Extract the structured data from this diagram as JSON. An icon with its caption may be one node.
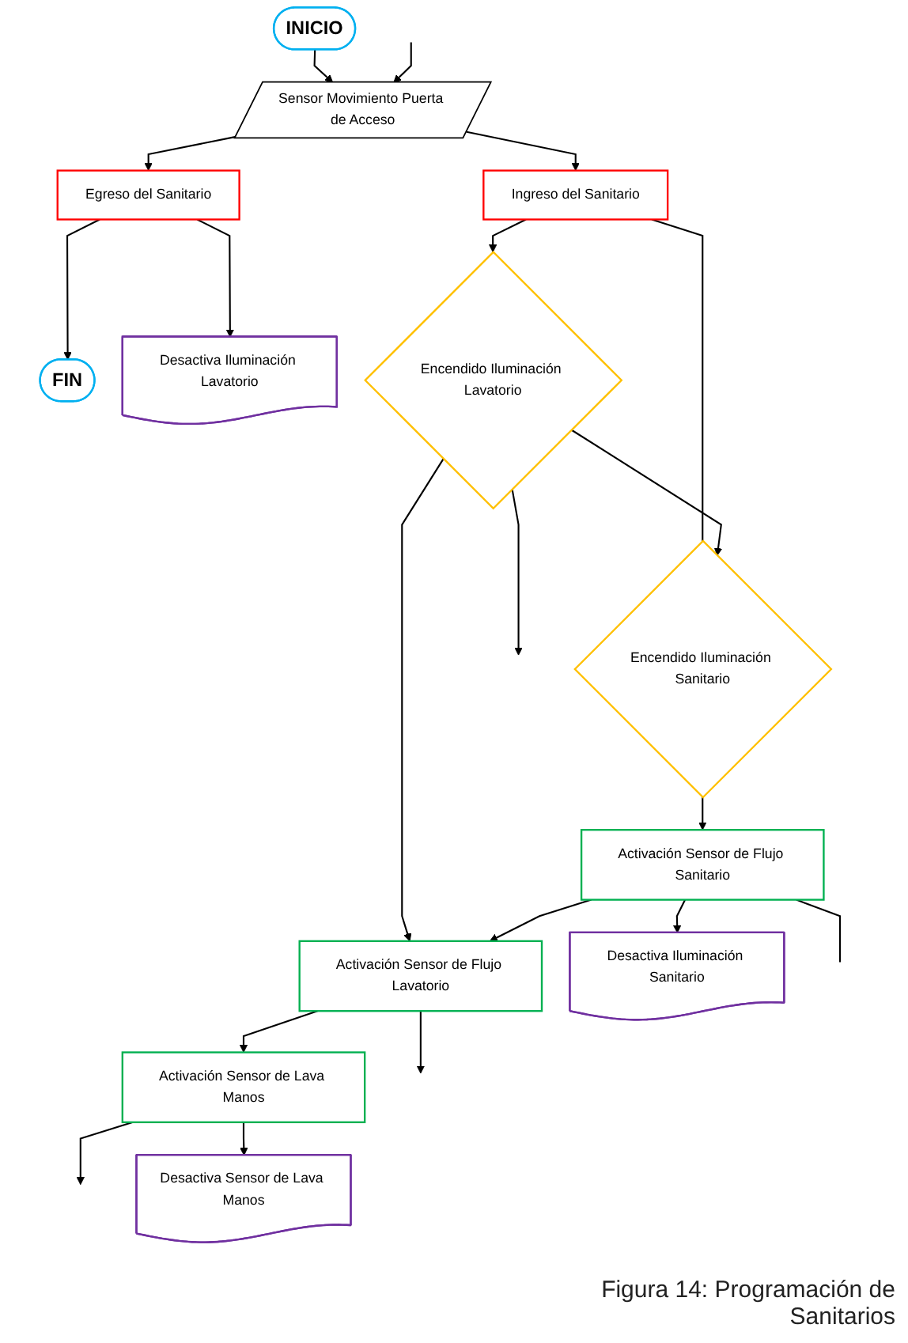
{
  "diagram": {
    "caption": "Figura 14: Programación de Sanitarios",
    "nodes": [
      {
        "text": [
          "INICIO"
        ]
      },
      {
        "text": [
          "FIN"
        ]
      },
      {
        "text": [
          "Sensor Movimiento Puerta de Acceso"
        ]
      },
      {
        "text": [
          "Egreso del Sanitario"
        ]
      },
      {
        "text": [
          "Ingreso del Sanitario"
        ]
      },
      {
        "text": [
          "Desactiva Iluminación Lavatorio"
        ]
      },
      {
        "text": [
          "Encendido Iluminación Lavatorio"
        ]
      },
      {
        "text": [
          "Encendido Iluminación Sanitario"
        ]
      },
      {
        "text": [
          "Activación Sensor de Flujo Lavatorio"
        ]
      },
      {
        "text": [
          "Activación Sensor de Flujo Sanitario"
        ]
      },
      {
        "text": [
          "Activación Sensor de Lava Manos"
        ]
      },
      {
        "text": [
          "Desactiva Iluminación Sanitario"
        ]
      },
      {
        "text": [
          "Desactiva Sensor de Lava Manos"
        ]
      }
    ],
    "edges": [
      {
        "from": 0,
        "to": 2,
        "arrow": "to"
      },
      {
        "from": 2,
        "to": 3,
        "arrow": "to"
      },
      {
        "from": 3,
        "to": 1,
        "arrow": "to"
      },
      {
        "from": 3,
        "to": 5,
        "arrow": "to"
      },
      {
        "from": 2,
        "to": 4,
        "arrow": "to"
      },
      {
        "from": 4,
        "to": 6,
        "arrow": "to"
      },
      {
        "from": 4,
        "to": 7,
        "arrow": "none"
      },
      {
        "from": 6,
        "to": null,
        "arrow": "to"
      },
      {
        "from": 6,
        "to": 7,
        "arrow": "to"
      },
      {
        "from": 6,
        "to": 8,
        "arrow": "to"
      },
      {
        "from": 7,
        "to": 9,
        "arrow": "to"
      },
      {
        "from": 9,
        "to": 8,
        "arrow": "to"
      },
      {
        "from": 9,
        "to": null,
        "arrow": "none"
      },
      {
        "from": 8,
        "to": null,
        "arrow": "to"
      },
      {
        "from": 8,
        "to": 10,
        "arrow": "to"
      },
      {
        "from": 10,
        "to": null,
        "arrow": "to"
      },
      {
        "from": 10,
        "to": 12,
        "arrow": "to"
      },
      {
        "from": 9,
        "to": 11,
        "arrow": "to"
      },
      {
        "from": null,
        "to": 2,
        "arrow": "to"
      }
    ]
  }
}
